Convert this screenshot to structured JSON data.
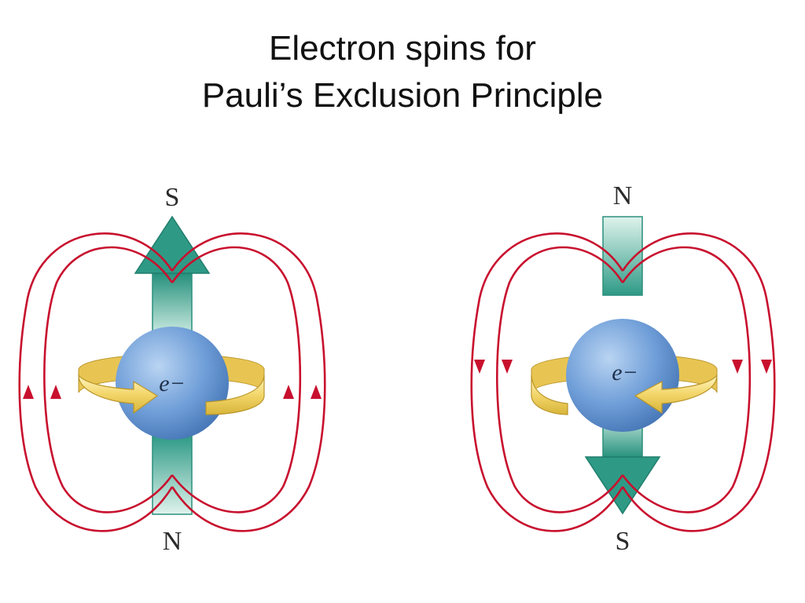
{
  "title": {
    "line1": "Electron spins for",
    "line2": "Pauli’s Exclusion Principle"
  },
  "diagrams": [
    {
      "top_pole": "S",
      "bottom_pole": "N",
      "electron_label": "e−",
      "spin_arrow_direction": "up",
      "field_line_direction": "up"
    },
    {
      "top_pole": "N",
      "bottom_pole": "S",
      "electron_label": "e−",
      "spin_arrow_direction": "down",
      "field_line_direction": "down"
    }
  ],
  "colors": {
    "field_lines": "#c8102e",
    "spin_arrow": "#2e9a86",
    "electron_sphere": "#6f9ed8",
    "rotation_band": "#f3d66a"
  }
}
